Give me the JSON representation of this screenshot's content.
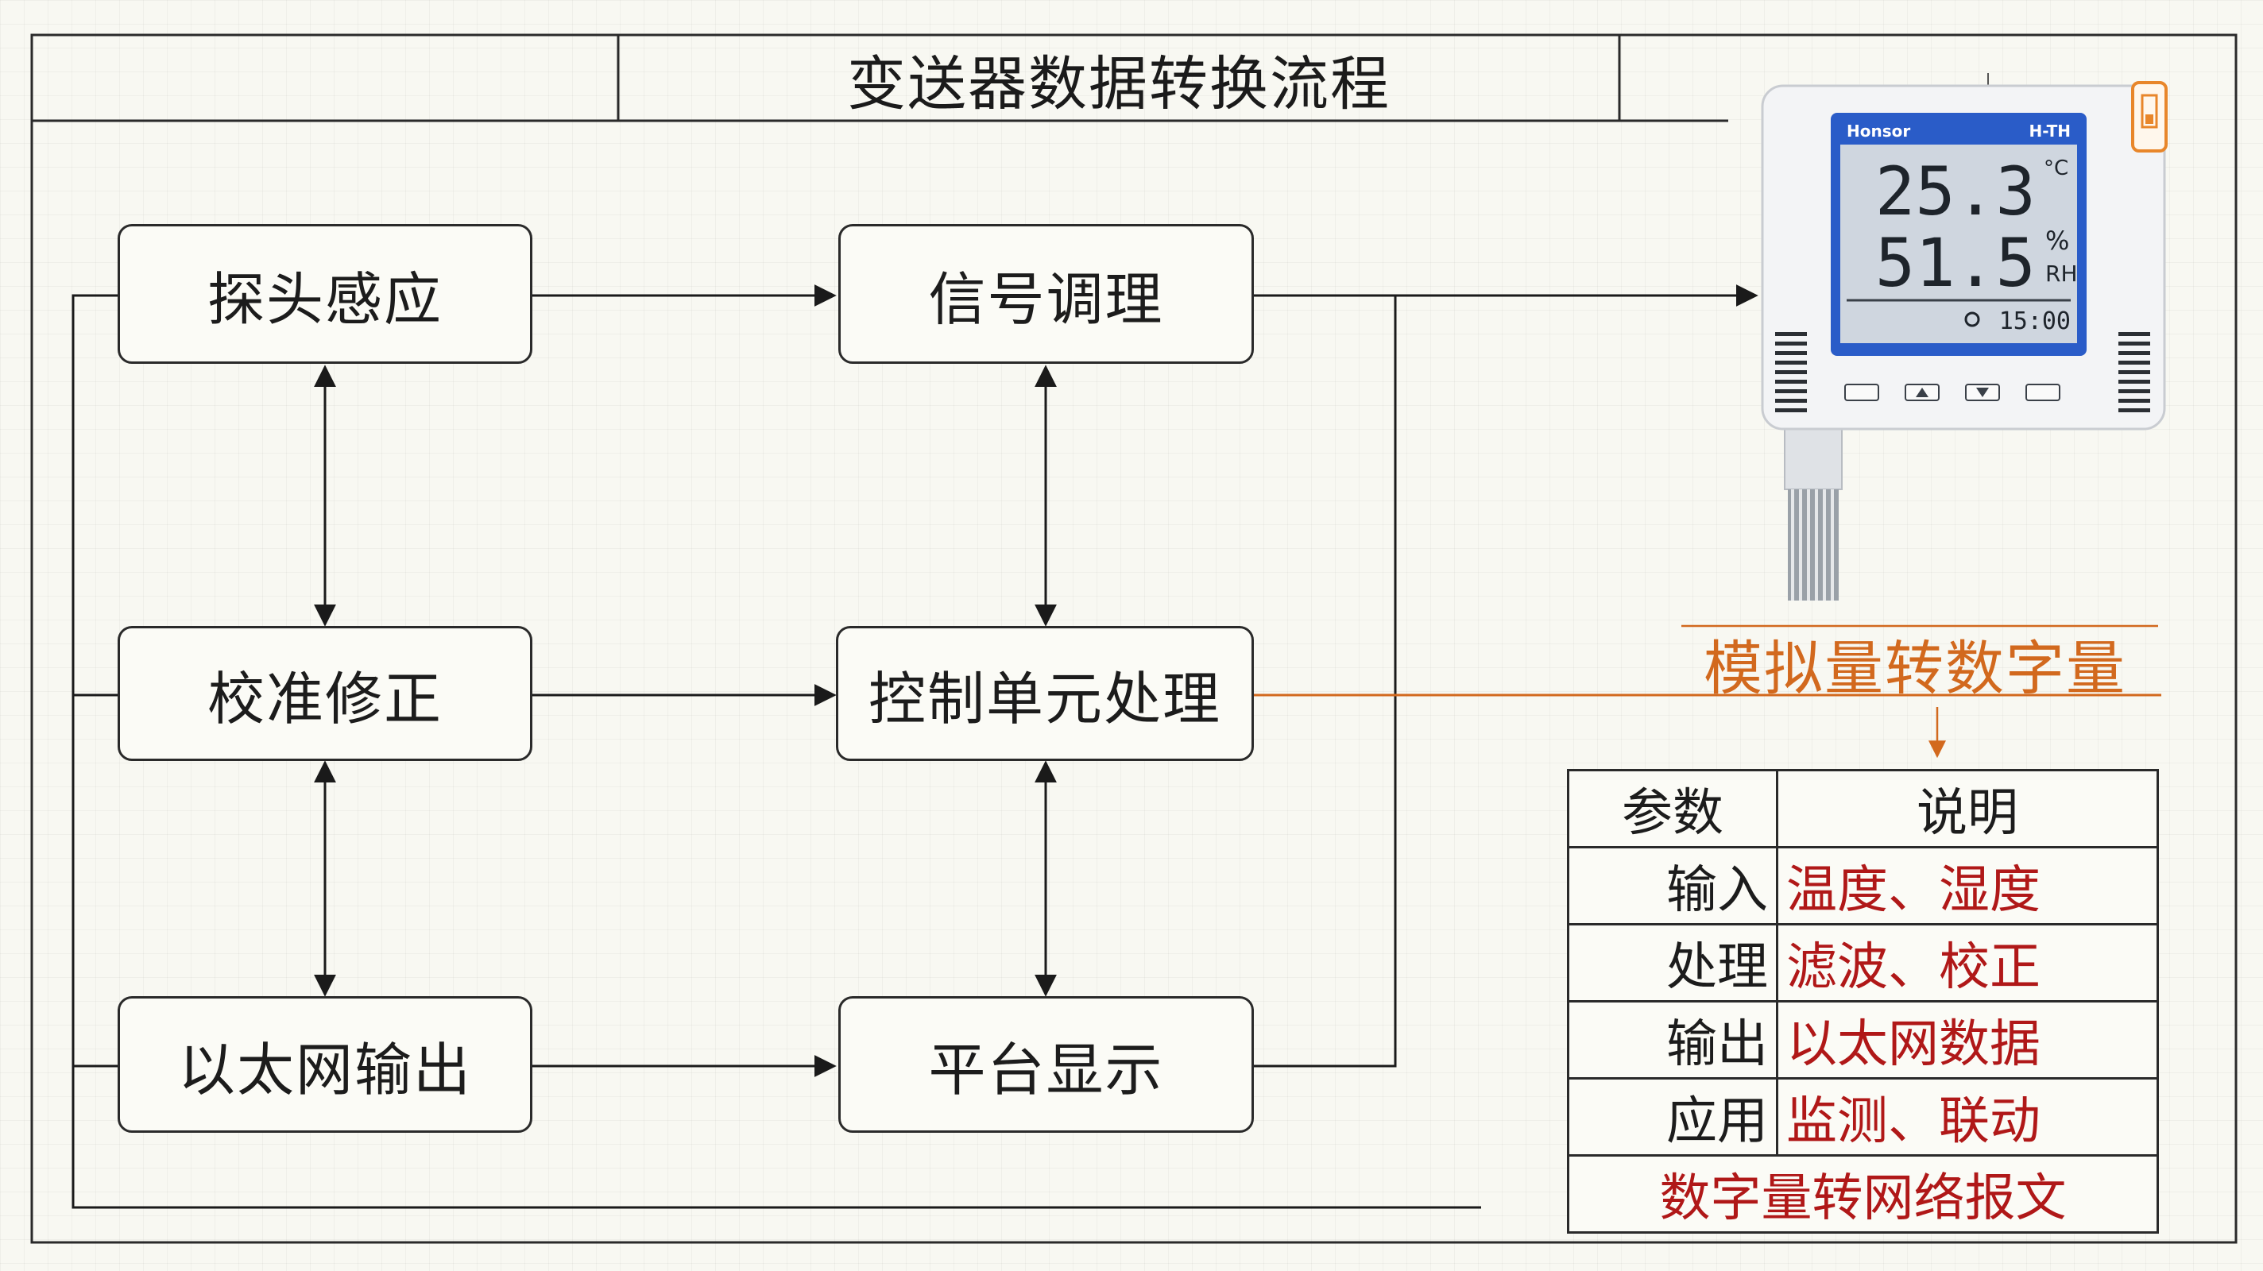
{
  "title": "变送器数据转换流程",
  "flow": {
    "probe": "探头感应",
    "conditioning": "信号调理",
    "calibration": "校准修正",
    "control": "控制单元处理",
    "ethernet": "以太网输出",
    "platform": "平台显示"
  },
  "conversion_label": "模拟量转数字量",
  "device": {
    "brand": "Honsor",
    "model": "H-TH",
    "temperature": "25.3",
    "temperature_unit": "°C",
    "humidity": "51.5",
    "humidity_unit": "%",
    "humidity_sub": "RH",
    "time": "15:00",
    "colors": {
      "body": "#f3f4f6",
      "screen": "#2a5cc8",
      "lcd": "#cfd6df",
      "accent": "#e8862a"
    }
  },
  "table": {
    "header": {
      "param": "参数",
      "desc": "说明"
    },
    "rows": [
      {
        "param": "输入",
        "desc": "温度、湿度"
      },
      {
        "param": "处理",
        "desc": "滤波、校正"
      },
      {
        "param": "输出",
        "desc": "以太网数据"
      },
      {
        "param": "应用",
        "desc": "监测、联动"
      }
    ],
    "footer": "数字量转网络报文"
  },
  "colors": {
    "line": "#1a1a1a",
    "accent_line": "#d2691e",
    "desc_text": "#b01818"
  }
}
